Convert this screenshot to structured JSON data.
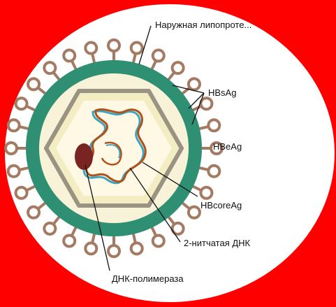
{
  "title": "",
  "labels": {
    "outer_envelope": "Наружная липопроте...",
    "hbsag": "HBsAg",
    "hbeag": "HBeAg",
    "hbcoreag": "HBcoreAg",
    "dna": "2-нитчатая ДНК",
    "polymerase": "ДНК-полимераза"
  },
  "colors": {
    "background": "#ff0000",
    "oval": "#ffffff",
    "envelope": "#2f8f73",
    "spikes": "#a57a63",
    "capsid_fill": "#f4ecc2",
    "capsid_edge": "#9a9282",
    "inner": "#fff8e4",
    "dna_brown": "#b2501b",
    "dna_blue": "#3ba6bf",
    "polymerase": "#7a2323"
  }
}
